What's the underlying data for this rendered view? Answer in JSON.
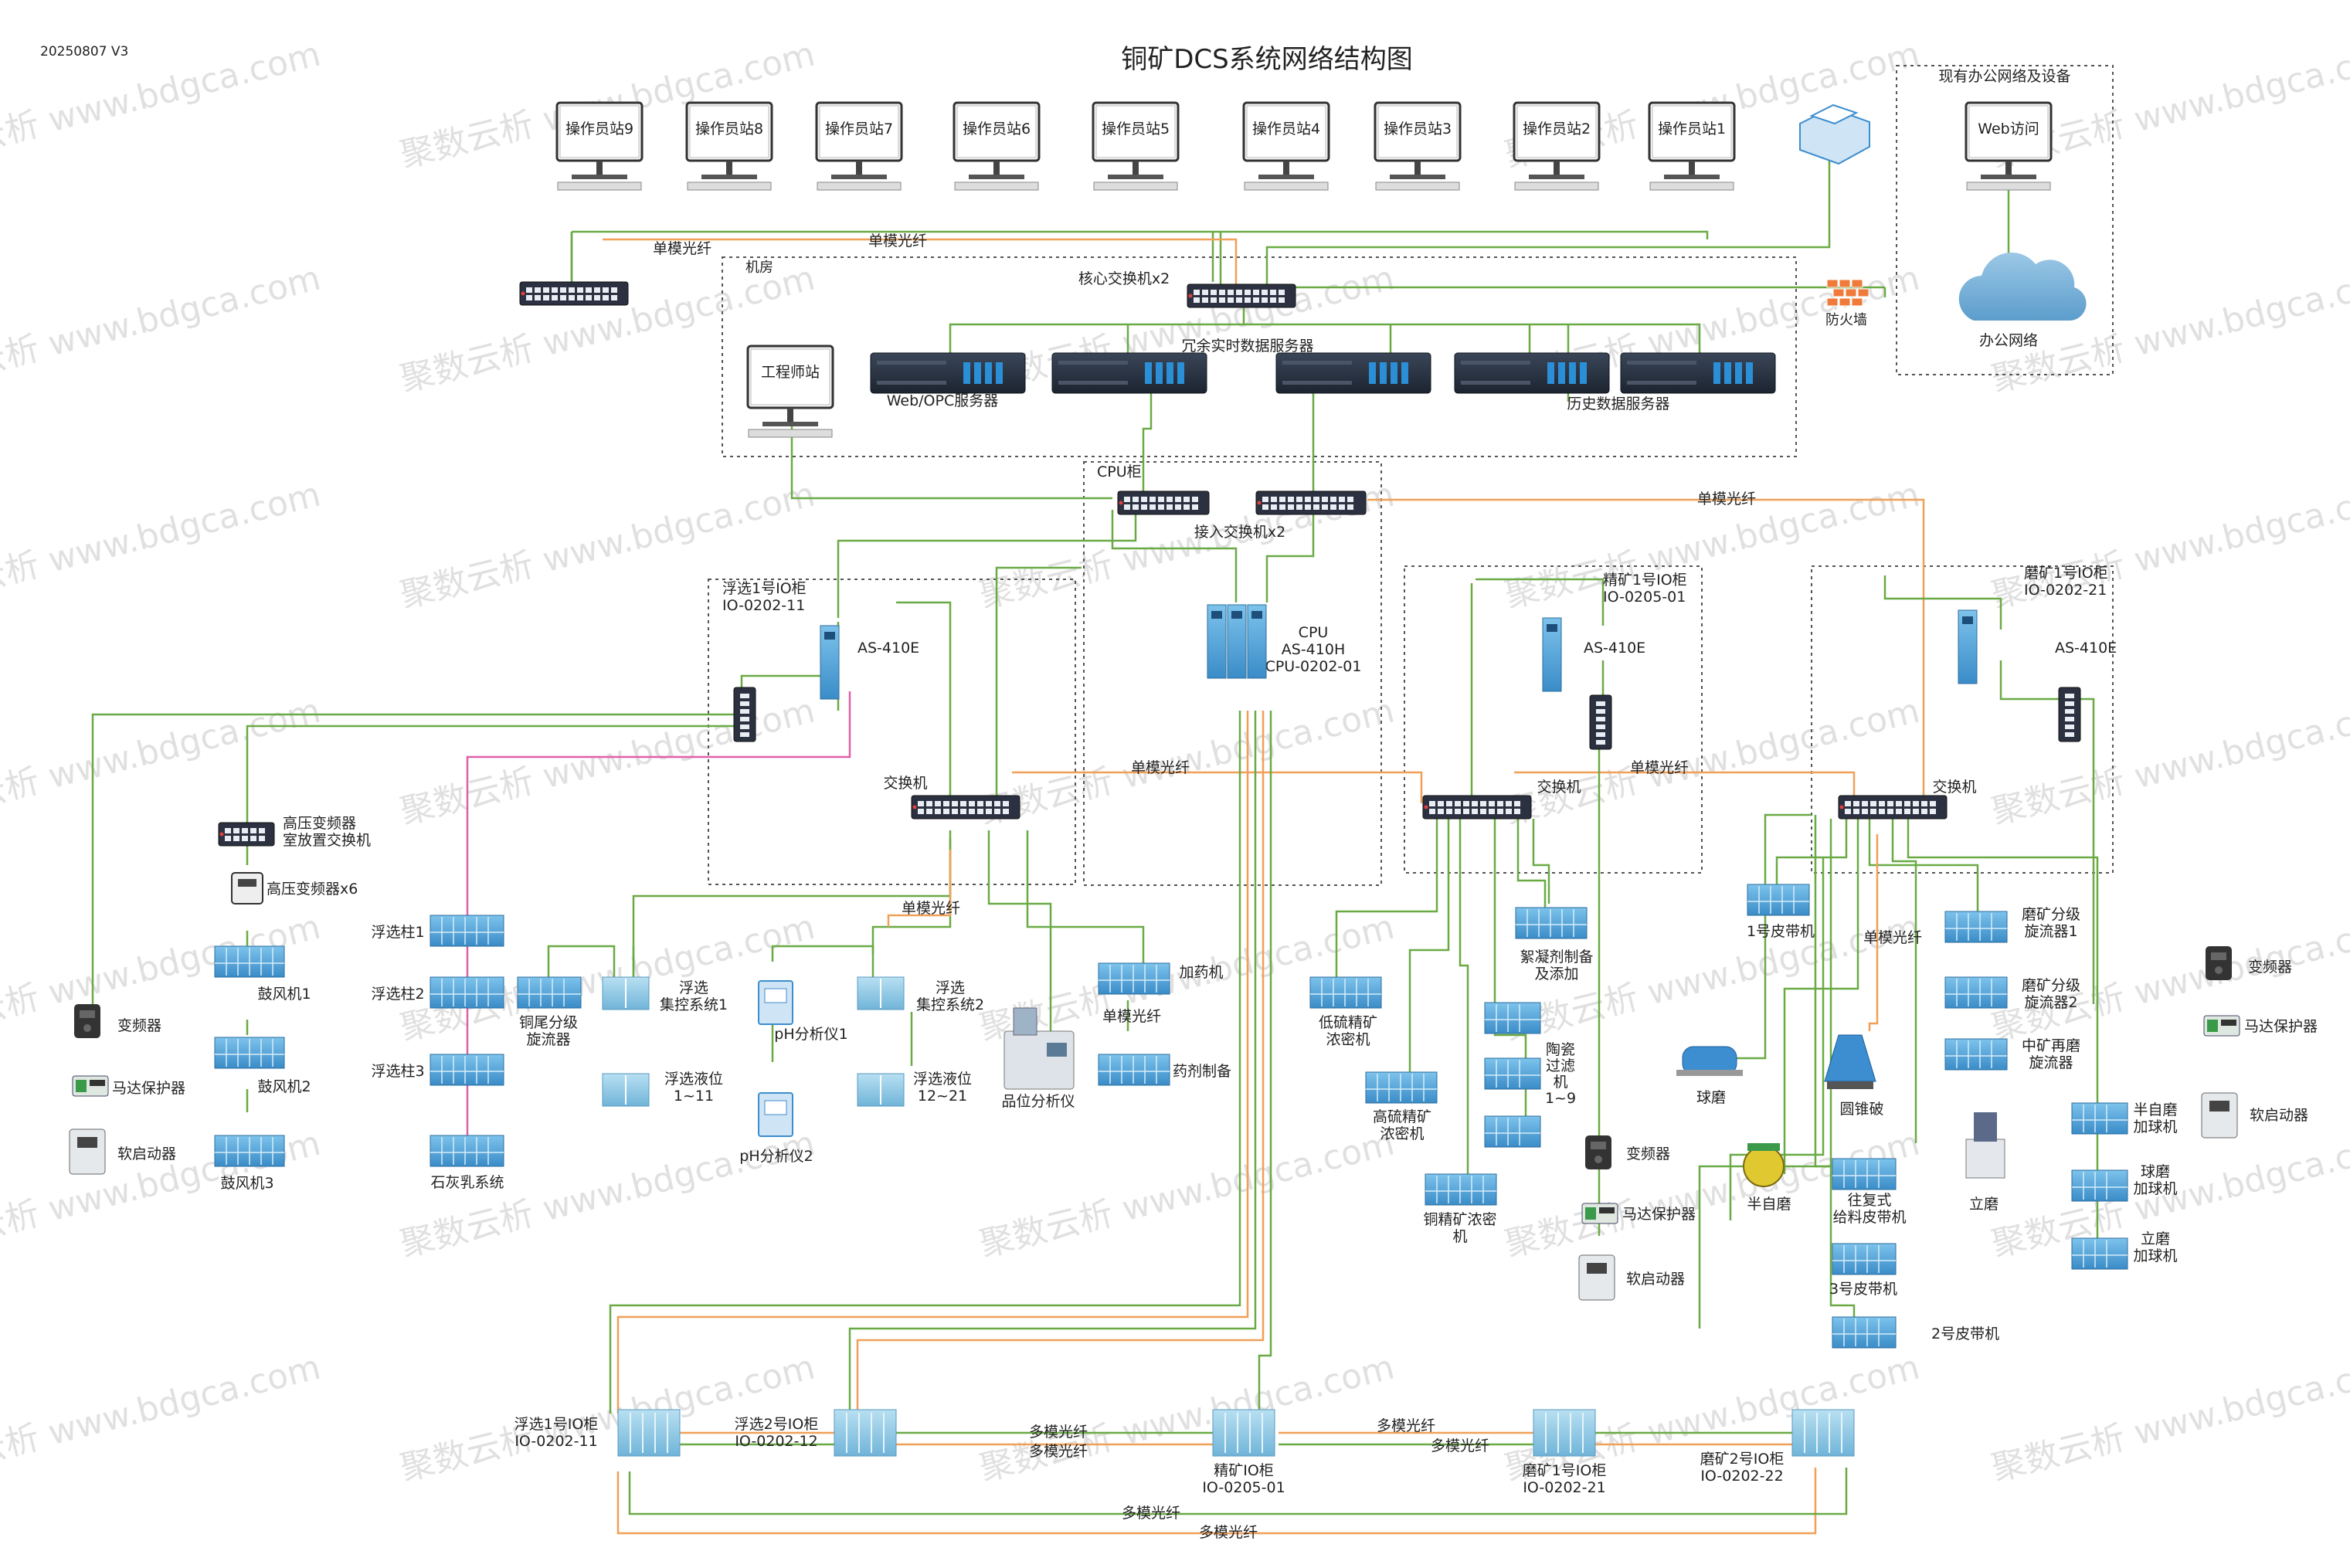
{
  "version": "20250807 V3",
  "title": "铜矿DCS系统网络结构图",
  "watermark": "聚数云析 www.bdgca.com",
  "colors": {
    "green": "#6aaa45",
    "orange": "#f0a058",
    "pink": "#e060a8",
    "dashed_box": "#555555",
    "cyan": "#5aa8d0"
  },
  "operator_stations": [
    "操作员站9",
    "操作员站8",
    "操作员站7",
    "操作员站6",
    "操作员站5",
    "操作员站4",
    "操作员站3",
    "操作员站2",
    "操作员站1"
  ],
  "office": {
    "box_title": "现有办公网络及设备",
    "web": "Web访问",
    "network": "办公网络",
    "firewall": "防火墙"
  },
  "machine_room": {
    "label": "机房",
    "core_switch": "核心交换机x2",
    "redundant_server": "冗余实时数据服务器",
    "engineer": "工程师站",
    "web_opc": "Web/OPC服务器",
    "history": "历史数据服务器"
  },
  "fiber_labels": {
    "single": "单模光纤",
    "multi": "多模光纤"
  },
  "cpu_cabinet": {
    "label": "CPU柜",
    "access_switch": "接入交换机x2",
    "cpu": [
      "CPU",
      "AS-410H",
      "CPU-0202-01"
    ]
  },
  "cabinets": {
    "flotation1": {
      "title": [
        "浮选1号IO柜",
        "IO-0202-11"
      ],
      "cpu": "AS-410E",
      "switch": "交换机"
    },
    "concentrate": {
      "title": [
        "精矿1号IO柜",
        "IO-0205-01"
      ],
      "cpu": "AS-410E",
      "switch": "交换机"
    },
    "grinding": {
      "title": [
        "磨矿1号IO柜",
        "IO-0202-21"
      ],
      "cpu": "AS-410E",
      "switch": "交换机"
    }
  },
  "hv": {
    "switch": "高压变频器室放置交换机",
    "vfd": "高压变频器x6",
    "blowers": [
      "鼓风机1",
      "鼓风机2",
      "鼓风机3"
    ]
  },
  "left_motor": [
    "变频器",
    "马达保护器",
    "软启动器"
  ],
  "flotation_columns": [
    "浮选柱1",
    "浮选柱2",
    "浮选柱3",
    "石灰乳系统"
  ],
  "flotation_devices": {
    "cu_tail": "铜尾分级旋流器",
    "fc1": "浮选集控系统1",
    "fc2": "浮选集控系统2",
    "lvl1": "浮选液位1~11",
    "lvl2": "浮选液位12~21",
    "ph1": "pH分析仪1",
    "ph2": "pH分析仪2",
    "grade": "品位分析仪",
    "dosing": "加药机",
    "reagent": "药剂制备"
  },
  "concentrate_devices": {
    "low_s": "低硫精矿浓密机",
    "high_s": "高硫精矿浓密机",
    "cu_thick": "铜精矿浓密机",
    "floc": "絮凝剂制备及添加",
    "ceramic": "陶瓷过滤机1~9",
    "motor": [
      "变频器",
      "马达保护器",
      "软启动器"
    ]
  },
  "grinding_devices": {
    "belt1": "1号皮带机",
    "ball": "球磨",
    "semi": "半自磨",
    "cone": "圆锥破",
    "recip": "往复式给料皮带机",
    "belt3": "3号皮带机",
    "belt2": "2号皮带机",
    "hc1": "磨矿分级旋流器1",
    "hc2": "磨矿分级旋流器2",
    "mid": "中矿再磨旋流器",
    "vmill": "立磨",
    "dose": [
      "半自磨加球机",
      "球磨加球机",
      "立磨加球机"
    ],
    "motor": [
      "变频器",
      "马达保护器",
      "软启动器"
    ]
  },
  "bottom_cabinets": [
    {
      "name": "浮选1号IO柜",
      "code": "IO-0202-11"
    },
    {
      "name": "浮选2号IO柜",
      "code": "IO-0202-12"
    },
    {
      "name": "精矿IO柜",
      "code": "IO-0205-01"
    },
    {
      "name": "磨矿1号IO柜",
      "code": "IO-0202-21"
    },
    {
      "name": "磨矿2号IO柜",
      "code": "IO-0202-22"
    }
  ]
}
